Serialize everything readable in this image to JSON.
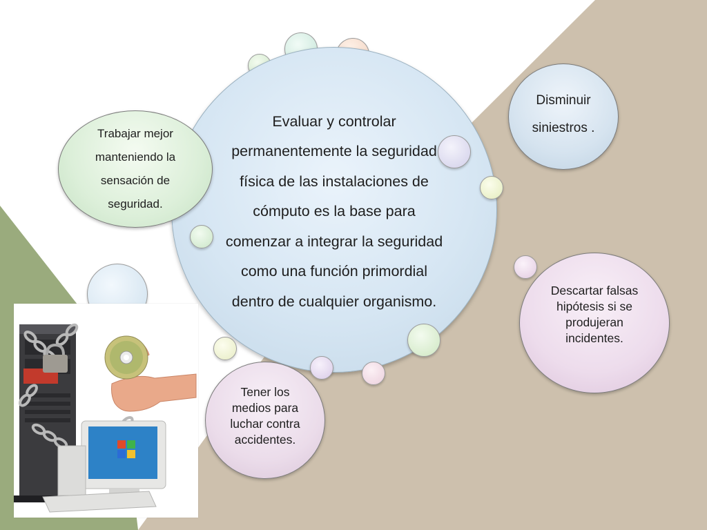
{
  "colors": {
    "beige_panel": "#cdc0ad",
    "green_corner": "#9aab7d",
    "central_fill": "#d6e6f3",
    "green_circle": "#dcefd9",
    "blue_circle": "#d5e3ef",
    "pink_circle": "#eddcec"
  },
  "central": {
    "text": "Evaluar y controlar permanentemente la seguridad física de las instalaciones de cómputo es la base para comenzar a integrar la seguridad como una función primordial dentro de cualquier organismo."
  },
  "satellites": {
    "trabajar": "Trabajar mejor manteniendo la sensación de seguridad.",
    "disminuir": "Disminuir siniestros .",
    "descartar": "Descartar falsas hipótesis si se produjeran incidentes.",
    "tener": "Tener los medios para luchar contra accidentes."
  },
  "illustration": {
    "icons": [
      "server-tower-icon",
      "chain-icon",
      "padlock-icon",
      "cd-disc-icon",
      "hand-icon",
      "crt-monitor-icon",
      "keyboard-icon"
    ]
  }
}
